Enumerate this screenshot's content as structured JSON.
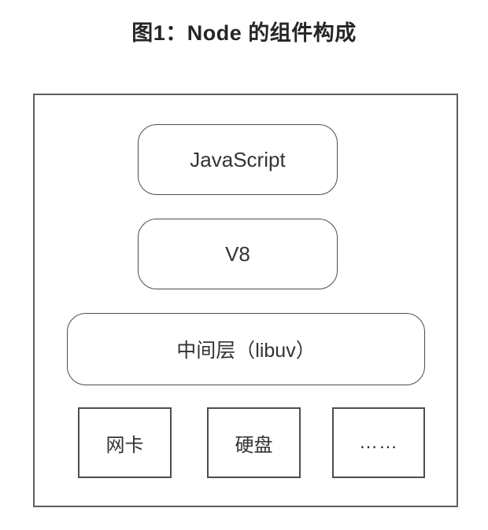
{
  "title": "图1：Node 的组件构成",
  "diagram": {
    "layers": [
      {
        "id": "javascript",
        "label": "JavaScript"
      },
      {
        "id": "v8",
        "label": "V8"
      },
      {
        "id": "libuv",
        "label": "中间层（libuv）"
      }
    ],
    "devices": [
      {
        "id": "network-card",
        "label": "网卡"
      },
      {
        "id": "hard-disk",
        "label": "硬盘"
      },
      {
        "id": "others",
        "label": "……"
      }
    ]
  },
  "colors": {
    "background": "#ffffff",
    "outer_border": "#5e5e5e",
    "inner_border": "#4d4d4d",
    "title_text": "#262626",
    "box_text": "#333333"
  }
}
